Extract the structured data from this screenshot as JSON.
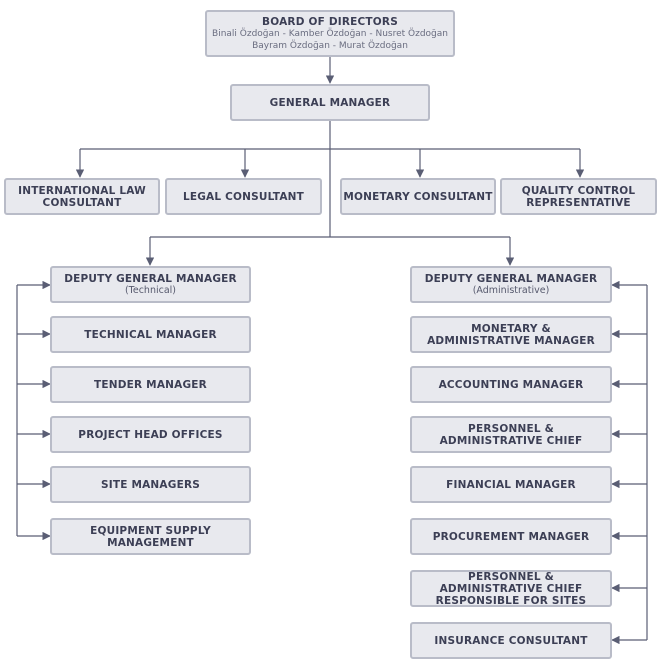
{
  "board": {
    "title": "BOARD OF DIRECTORS",
    "members_line1": "Binali Özdoğan - Kamber Özdoğan - Nusret Özdoğan",
    "members_line2": "Bayram Özdoğan - Murat Özdoğan"
  },
  "general_manager": "GENERAL MANAGER",
  "consultants": [
    "INTERNATIONAL LAW CONSULTANT",
    "LEGAL CONSULTANT",
    "MONETARY CONSULTANT",
    "QUALITY CONTROL REPRESENTATIVE"
  ],
  "technical": {
    "deputy_title": "DEPUTY GENERAL MANAGER",
    "deputy_sub": "(Technical)",
    "units": [
      "TECHNICAL MANAGER",
      "TENDER MANAGER",
      "PROJECT HEAD OFFICES",
      "SITE MANAGERS",
      "EQUIPMENT SUPPLY MANAGEMENT"
    ]
  },
  "administrative": {
    "deputy_title": "DEPUTY GENERAL MANAGER",
    "deputy_sub": "(Administrative)",
    "units": [
      "MONETARY & ADMINISTRATIVE MANAGER",
      "ACCOUNTING MANAGER",
      "PERSONNEL & ADMINISTRATIVE CHIEF",
      "FINANCIAL MANAGER",
      "PROCUREMENT MANAGER",
      "PERSONNEL & ADMINISTRATIVE CHIEF RESPONSIBLE FOR SITES",
      "INSURANCE CONSULTANT"
    ]
  }
}
